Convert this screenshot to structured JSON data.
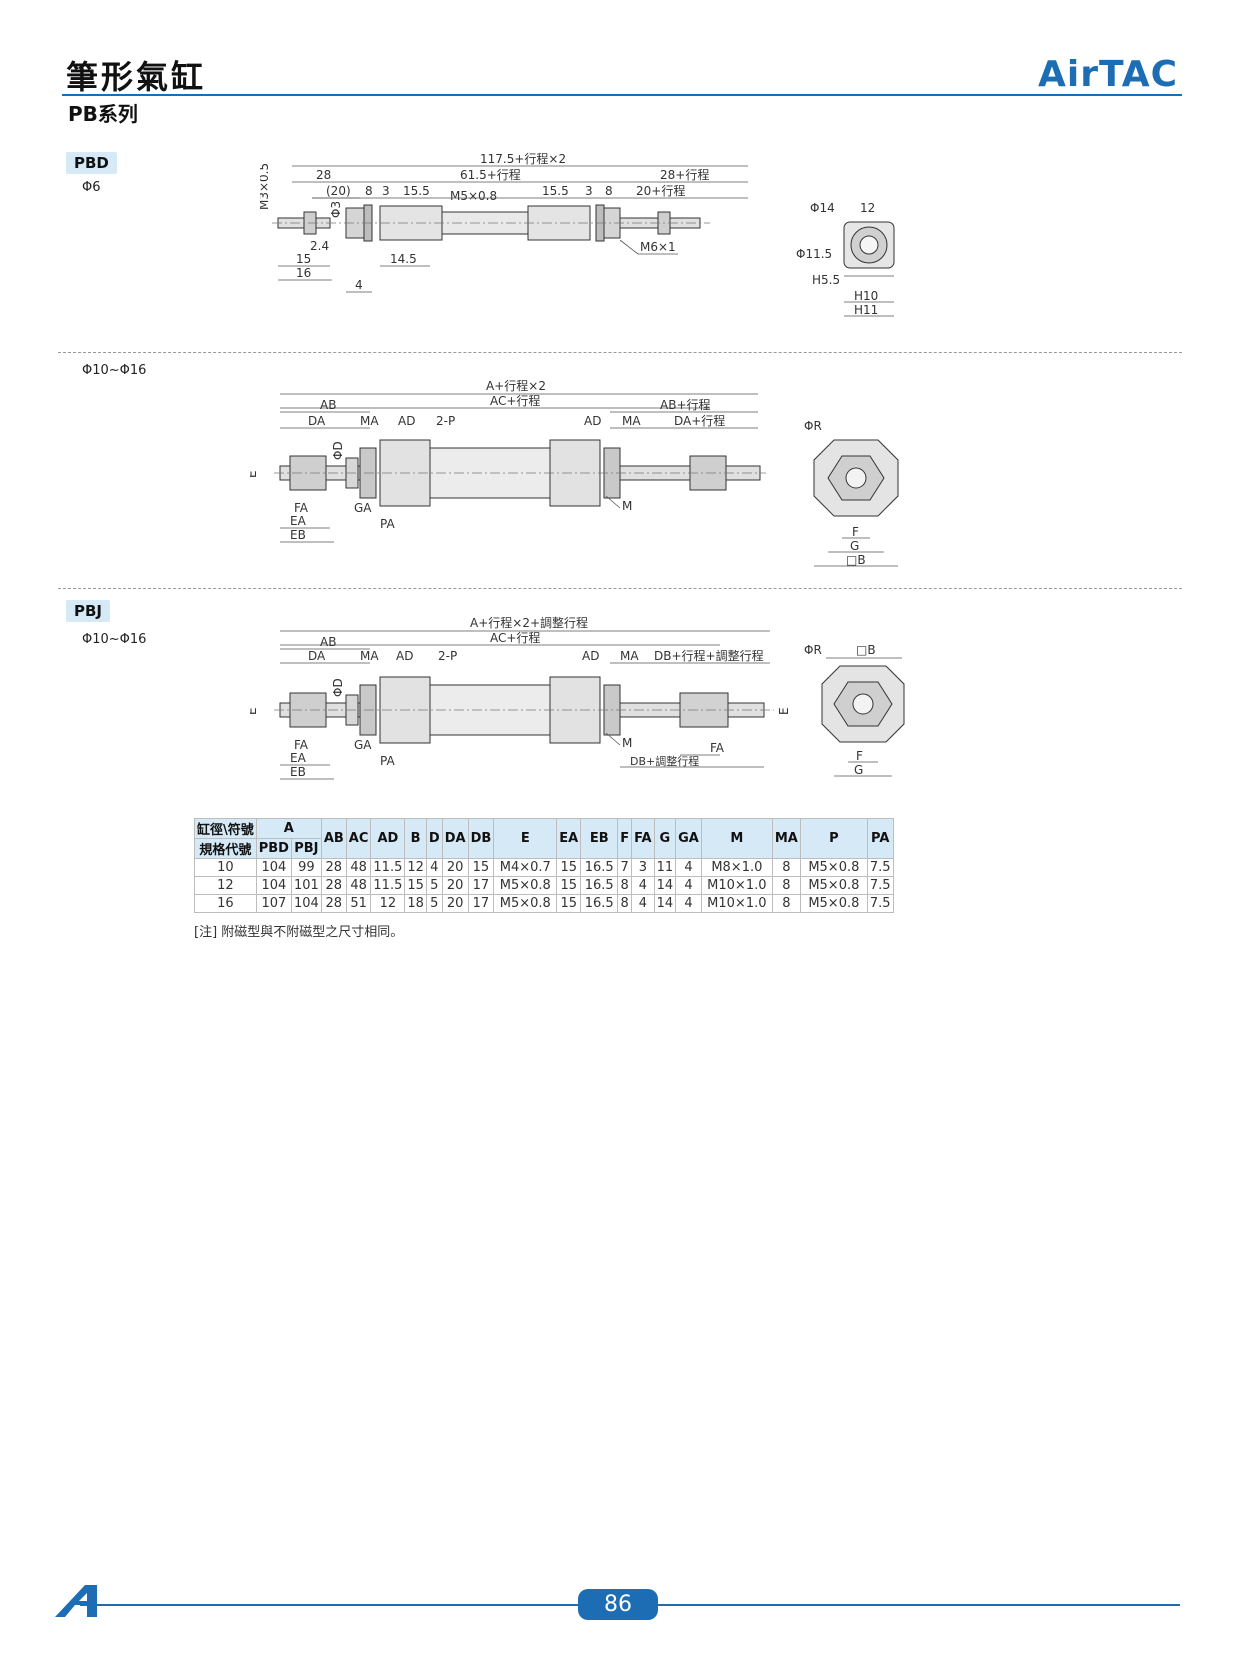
{
  "header": {
    "title": "筆形氣缸",
    "series": "PB系列",
    "brand": "AirTAC",
    "brand_color": "#1d6db4"
  },
  "sections": {
    "pbd": {
      "tag": "PBD",
      "bore": "Φ6"
    },
    "pbd_large": {
      "bore": "Φ10~Φ16"
    },
    "pbj": {
      "tag": "PBJ",
      "bore": "Φ10~Φ16"
    }
  },
  "drawing_labels": {
    "pbd6": {
      "overall": "117.5+行程×2",
      "left_28": "28",
      "mid_61": "61.5+行程",
      "right_28": "28+行程",
      "paren_20": "(20)",
      "d8": "8",
      "d3": "3",
      "d15_5": "15.5",
      "m5": "M5×0.8",
      "r15_5": "15.5",
      "r3": "3",
      "r8": "8",
      "r20": "20+行程",
      "m3": "M3×0.5",
      "phi3": "Φ3",
      "d2_4": "2.4",
      "d15": "15",
      "d16": "16",
      "d14_5": "14.5",
      "d4": "4",
      "m6": "M6×1",
      "phi14": "Φ14",
      "d12": "12",
      "phi11_5": "Φ11.5",
      "h5_5": "H5.5",
      "h10": "H10",
      "h11": "H11"
    },
    "pbd_large": {
      "overall": "A+行程×2",
      "ac": "AC+行程",
      "ab": "AB",
      "ab_right": "AB+行程",
      "da": "DA",
      "ma": "MA",
      "ad": "AD",
      "p": "2-P",
      "ad_right": "AD",
      "ma_right": "MA",
      "da_right": "DA+行程",
      "phid": "ΦD",
      "e": "E",
      "fa": "FA",
      "ga": "GA",
      "ea": "EA",
      "pa": "PA",
      "eb": "EB",
      "m": "M",
      "phir": "ΦR",
      "f": "F",
      "g": "G",
      "b": "□B"
    },
    "pbj": {
      "overall": "A+行程×2+調整行程",
      "ac": "AC+行程",
      "ab": "AB",
      "da": "DA",
      "ma": "MA",
      "ad": "AD",
      "p": "2-P",
      "ad_right": "AD",
      "ma_right": "MA",
      "db": "DB+行程+調整行程",
      "phid": "ΦD",
      "e": "E",
      "e_right": "E",
      "fa": "FA",
      "ga": "GA",
      "ea": "EA",
      "pa": "PA",
      "eb": "EB",
      "m": "M",
      "fa_right": "FA",
      "db_adj": "DB+調整行程",
      "phir": "ΦR",
      "b": "□B",
      "f": "F",
      "g": "G"
    }
  },
  "table": {
    "corner_top": "缸徑\\符號",
    "corner_bottom": "規格代號",
    "a_header": "A",
    "a_sub": [
      "PBD",
      "PBJ"
    ],
    "columns": [
      "AB",
      "AC",
      "AD",
      "B",
      "D",
      "DA",
      "DB",
      "E",
      "EA",
      "EB",
      "F",
      "FA",
      "G",
      "GA",
      "M",
      "MA",
      "P",
      "PA"
    ],
    "rows": [
      [
        "10",
        "104",
        "99",
        "28",
        "48",
        "11.5",
        "12",
        "4",
        "20",
        "15",
        "M4×0.7",
        "15",
        "16.5",
        "7",
        "3",
        "11",
        "4",
        "M8×1.0",
        "8",
        "M5×0.8",
        "7.5"
      ],
      [
        "12",
        "104",
        "101",
        "28",
        "48",
        "11.5",
        "15",
        "5",
        "20",
        "17",
        "M5×0.8",
        "15",
        "16.5",
        "8",
        "4",
        "14",
        "4",
        "M10×1.0",
        "8",
        "M5×0.8",
        "7.5"
      ],
      [
        "16",
        "107",
        "104",
        "28",
        "51",
        "12",
        "18",
        "5",
        "20",
        "17",
        "M5×0.8",
        "15",
        "16.5",
        "8",
        "4",
        "14",
        "4",
        "M10×1.0",
        "8",
        "M5×0.8",
        "7.5"
      ]
    ],
    "note": "[注] 附磁型與不附磁型之尺寸相同。"
  },
  "footer": {
    "page_number": "86"
  }
}
